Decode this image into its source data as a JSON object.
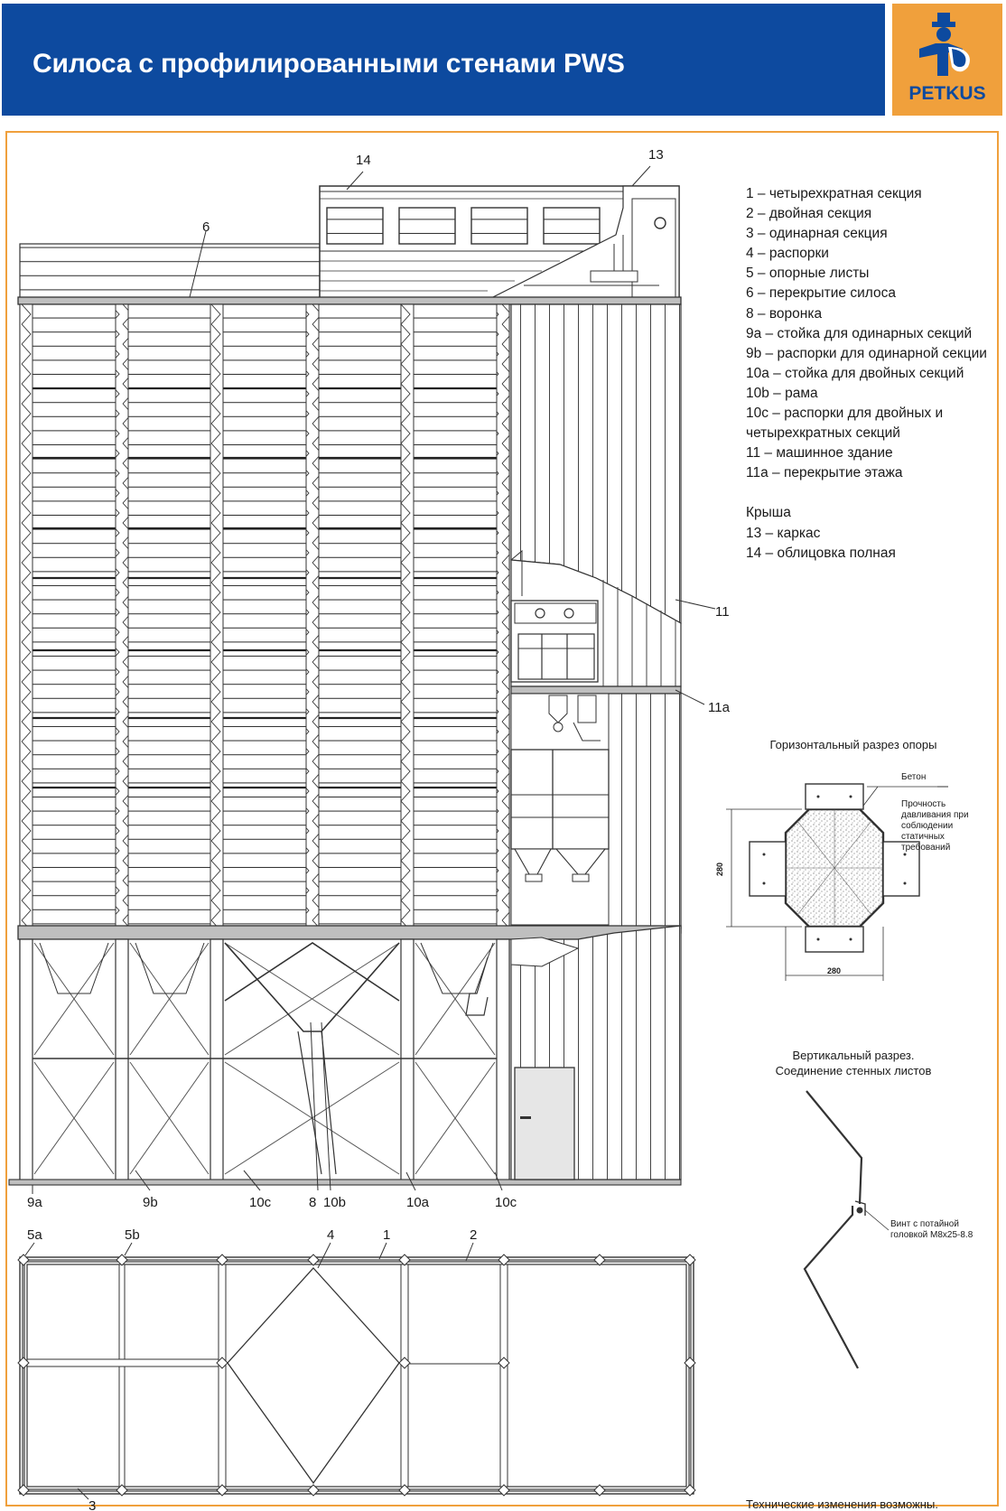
{
  "header": {
    "title": "Силоса с профилированными стенами PWS",
    "logo_text": "PETKUS",
    "logo_icon": "petkus-man-icon",
    "colors": {
      "blue": "#0d4a9f",
      "orange": "#f0a03c"
    }
  },
  "legend": {
    "items": [
      "1 – четырехкратная секция",
      "2 – двойная секция",
      "3 – одинарная секция",
      "4 – распорки",
      "5 – опорные листы",
      "6 – перекрытие силоса",
      "8 – воронка",
      "9a – стойка для одинарных секций",
      "9b – распорки для одинарной секции",
      "10a – стойка для двойных секций",
      "10b – рама",
      "10c – распорки для двойных и четырехкратных секций",
      "11 – машинное здание",
      "11a – перекрытие этажа"
    ],
    "roof_heading": "Крыша",
    "roof_items": [
      "13 – каркас",
      "14 – облицовка полная"
    ]
  },
  "elevation_labels": {
    "l14": "14",
    "l13": "13",
    "l6": "6",
    "l11": "11",
    "l11a": "11a",
    "l9a": "9a",
    "l9b": "9b",
    "l10c_1": "10c",
    "l8": "8",
    "l10b": "10b",
    "l10a": "10a",
    "l10c_2": "10c"
  },
  "plan_labels": {
    "l5a": "5a",
    "l5b": "5b",
    "l4": "4",
    "l1": "1",
    "l2": "2",
    "l3": "3"
  },
  "horizontal_section": {
    "title": "Горизонтальный разрез опоры",
    "concrete_label": "Бетон",
    "strength_note": "Прочность давливания при соблюдении статичных требований",
    "dim_vertical": "280",
    "dim_horizontal": "280"
  },
  "vertical_section": {
    "title_line1": "Вертикальный разрез.",
    "title_line2": "Соединение стенных листов",
    "screw_note": "Винт с потайной головкой M8x25-8.8"
  },
  "footnote": "Технические изменения возможны."
}
